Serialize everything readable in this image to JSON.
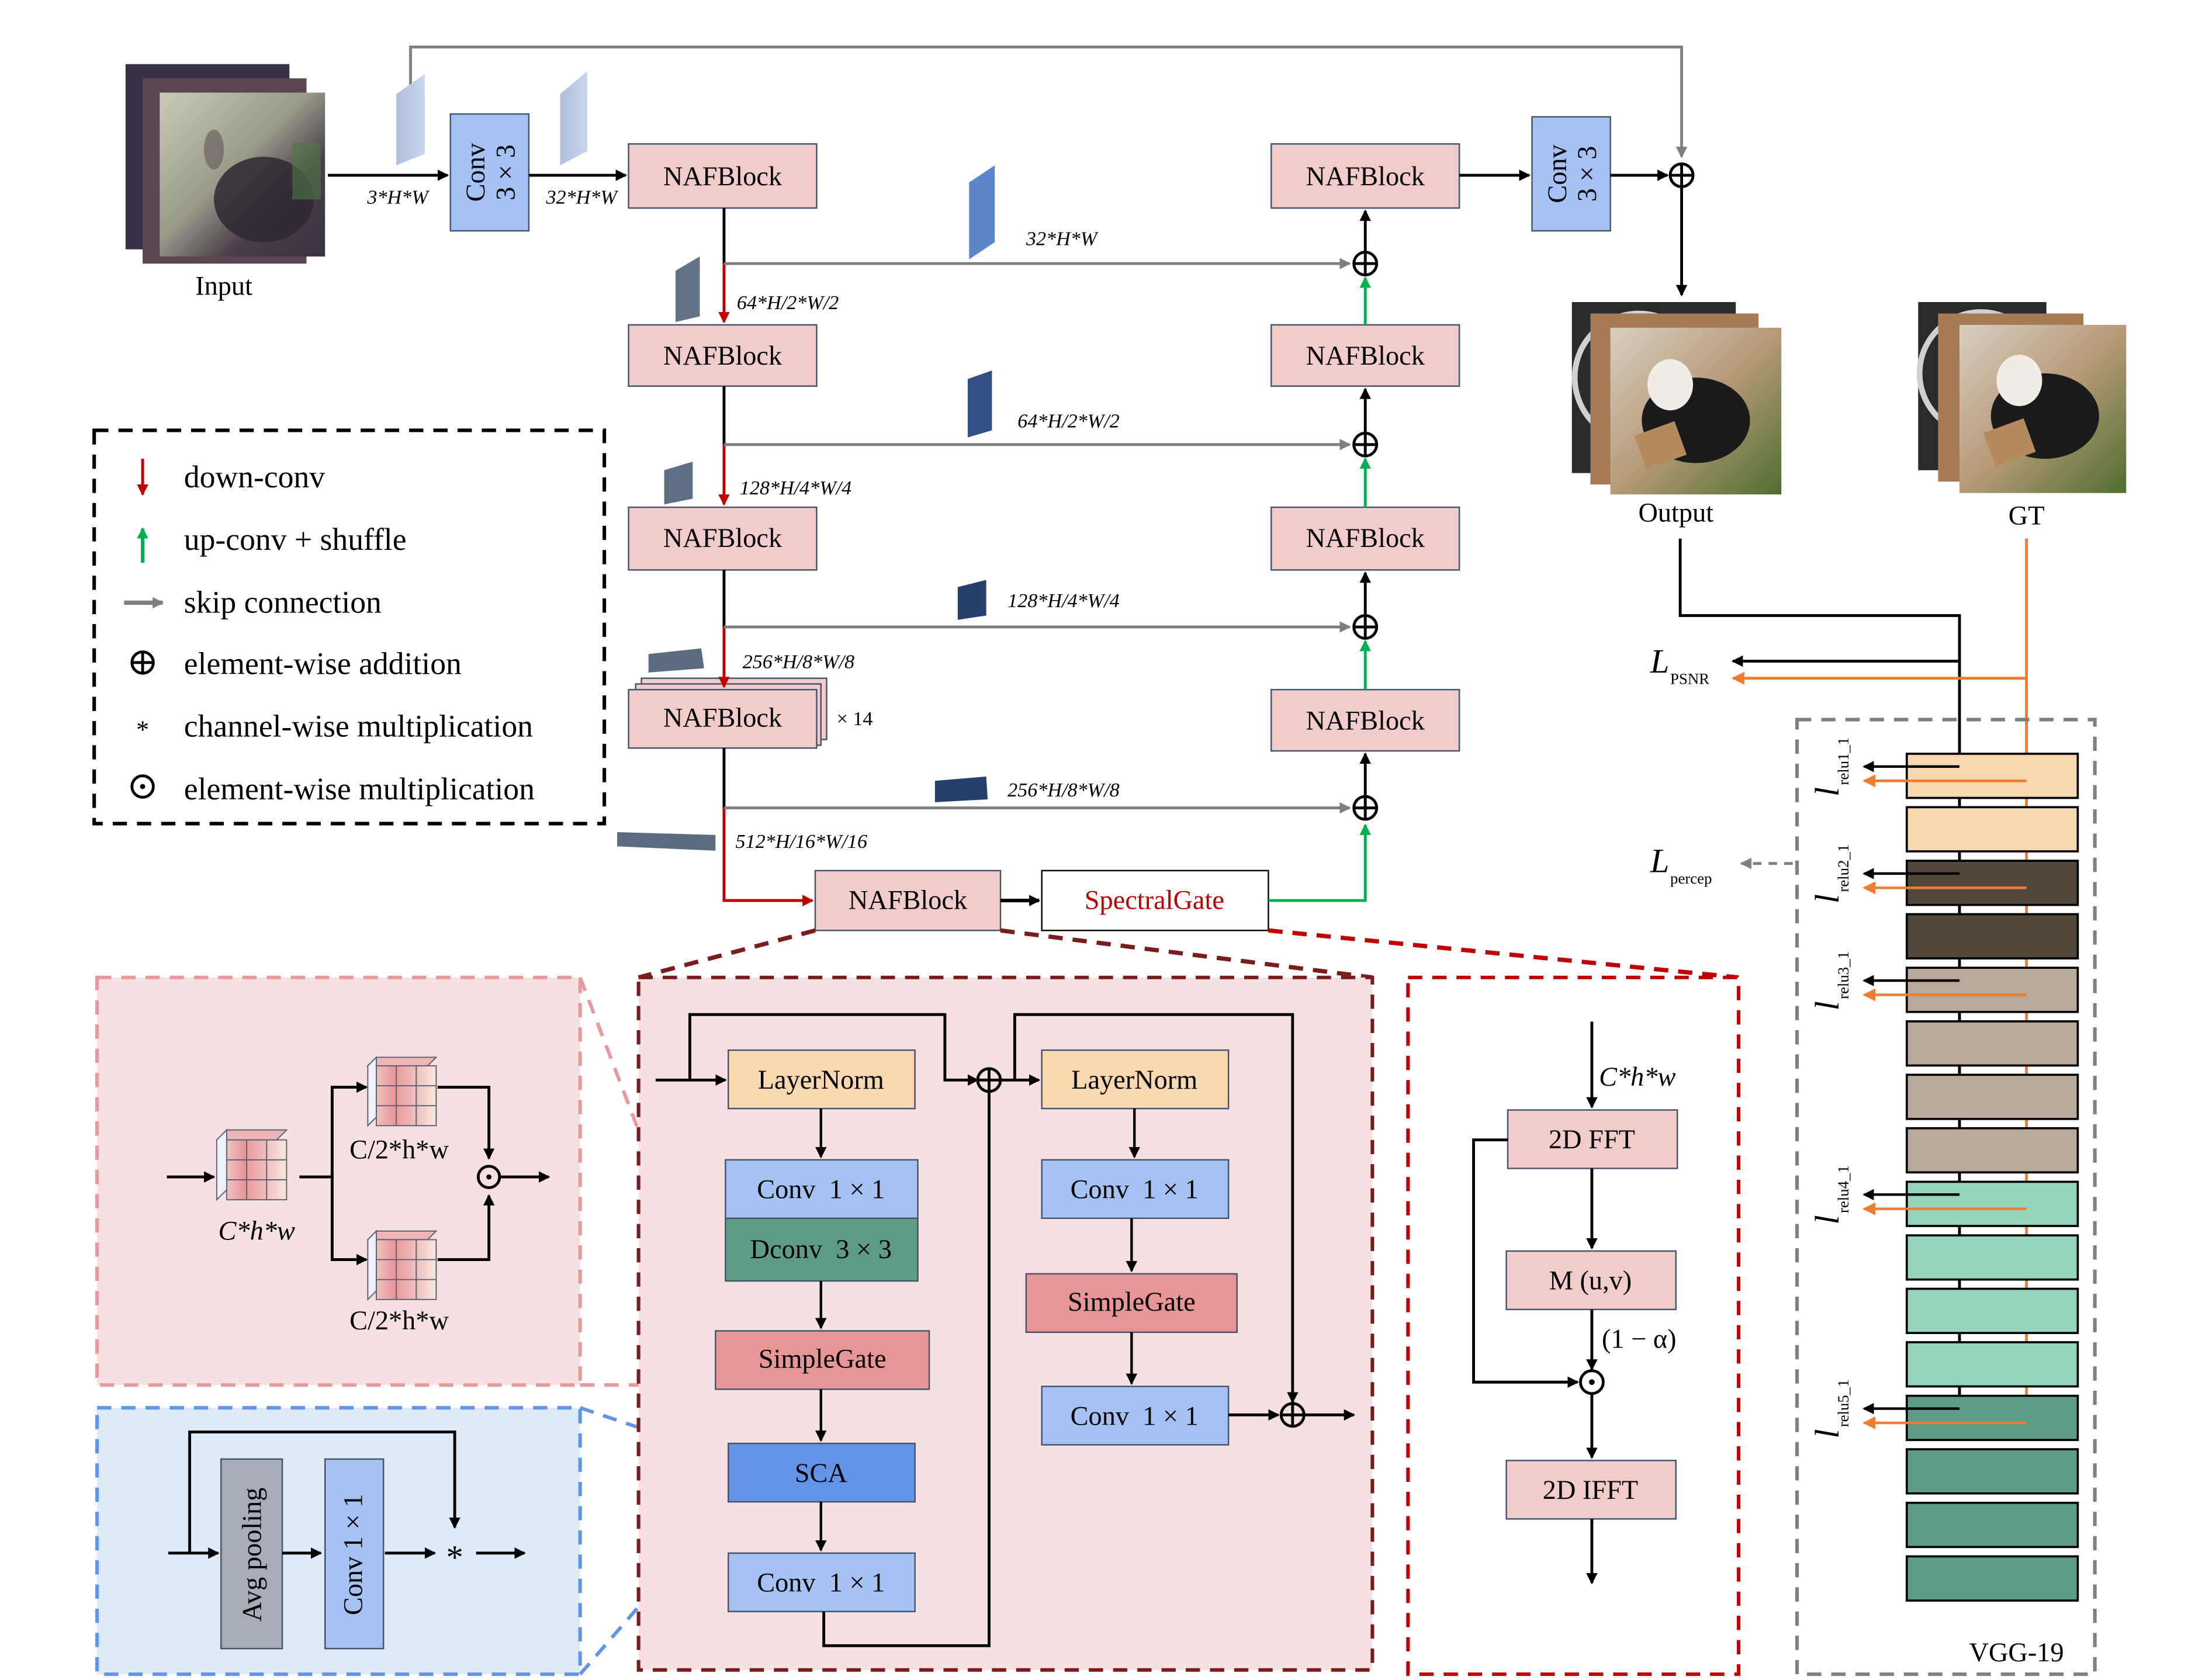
{
  "diagram": {
    "input_label": "Input",
    "output_label": "Output",
    "gt_label": "GT",
    "conv_in_label": "Conv",
    "conv_in_size": "3 × 3",
    "conv_out_label": "Conv",
    "conv_out_size": "3 × 3",
    "input_dim": "3*H*W",
    "conv_out_dim": "32*H*W",
    "encoder": [
      {
        "label": "NAFBlock",
        "down_dim": "64*H/2*W/2"
      },
      {
        "label": "NAFBlock",
        "down_dim": "128*H/4*W/4"
      },
      {
        "label": "NAFBlock",
        "down_dim": "256*H/8*W/8"
      },
      {
        "label": "NAFBlock",
        "repeat": "× 14",
        "down_dim": "512*H/16*W/16"
      }
    ],
    "decoder": [
      {
        "label": "NAFBlock"
      },
      {
        "label": "NAFBlock"
      },
      {
        "label": "NAFBlock"
      },
      {
        "label": "NAFBlock"
      }
    ],
    "skip_dims": [
      "32*H*W",
      "64*H/2*W/2",
      "128*H/4*W/4",
      "256*H/8*W/8"
    ],
    "bottleneck": {
      "block_label": "NAFBlock",
      "gate_label": "SpectralGate"
    },
    "losses": {
      "psnr_main": "L",
      "psnr_sub": "PSNR",
      "percep_main": "L",
      "percep_sub": "percep"
    },
    "vgg": {
      "title": "VGG-19",
      "layer_taps": [
        {
          "main": "l",
          "sub": "relu1_1"
        },
        {
          "main": "l",
          "sub": "relu2_1"
        },
        {
          "main": "l",
          "sub": "relu3_1"
        },
        {
          "main": "l",
          "sub": "relu4_1"
        },
        {
          "main": "l",
          "sub": "relu5_1"
        }
      ],
      "block_colors": [
        "#f9d7af",
        "#f9d7af",
        "#52473b",
        "#52473b",
        "#b8a999",
        "#b8a999",
        "#b8a999",
        "#b8a999",
        "#96d5bb",
        "#96d5bb",
        "#96d5bb",
        "#96d5bb",
        "#5e9c85",
        "#5e9c85",
        "#5e9c85",
        "#5e9c85"
      ]
    }
  },
  "legend": {
    "items": [
      {
        "icon": "down-arrow-red",
        "label": "down-conv"
      },
      {
        "icon": "up-arrow-green",
        "label": "up-conv + shuffle"
      },
      {
        "icon": "right-arrow-gray",
        "label": "skip connection"
      },
      {
        "icon": "oplus",
        "label": "element-wise addition"
      },
      {
        "icon": "asterisk",
        "label": "channel-wise multiplication"
      },
      {
        "icon": "odot",
        "label": "element-wise multiplication"
      }
    ]
  },
  "simplegate_detail": {
    "input_dim": "C*h*w",
    "split_dim_top": "C/2*h*w",
    "split_dim_bottom": "C/2*h*w"
  },
  "sca_detail": {
    "pool_label": "Avg pooling",
    "conv_label": "Conv 1 × 1",
    "op": "*"
  },
  "nafblock_detail": {
    "left": [
      "LayerNorm",
      "Conv  1 × 1",
      "Dconv  3 × 3",
      "SimpleGate",
      "SCA",
      "Conv  1 × 1"
    ],
    "right": [
      "LayerNorm",
      "Conv  1 × 1",
      "SimpleGate",
      "Conv  1 × 1"
    ]
  },
  "spectral_detail": {
    "input_dim": "C*h*w",
    "fft": "2D FFT",
    "mask": "M (u,v)",
    "weight": "(1 − α)",
    "ifft": "2D IFFT"
  },
  "colors": {
    "nafblock_fill": "#f2cbcb",
    "conv_fill": "#a4c2f4",
    "layernorm_fill": "#f9d7af",
    "dconv_fill": "#5e9c85",
    "simplegate_fill": "#e79595",
    "sca_fill": "#6295e8",
    "avgpool_fill": "#a6adb8",
    "down_arrow": "#c00000",
    "up_arrow": "#00b050",
    "skip_arrow": "#7f7f7f",
    "gt_line": "#ed7d31",
    "spectral_text": "#c00000",
    "panel_pink": "#f7e0e1",
    "panel_blue": "#deeaf7"
  }
}
